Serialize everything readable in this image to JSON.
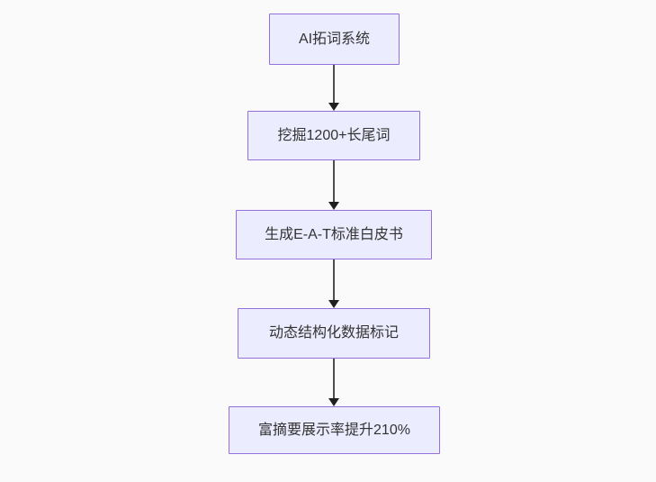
{
  "diagram": {
    "type": "flowchart",
    "direction": "top-down",
    "colors": {
      "background": "#fafafa",
      "node_fill": "#ECECFF",
      "node_border": "#9370DB",
      "edge_line": "#4d4d4d",
      "arrowhead": "#1f1f1f",
      "text": "#333333"
    },
    "nodes": [
      {
        "label": "AI拓词系统"
      },
      {
        "label": "挖掘1200+长尾词"
      },
      {
        "label": "生成E-A-T标准白皮书"
      },
      {
        "label": "动态结构化数据标记"
      },
      {
        "label": "富摘要展示率提升210%"
      }
    ],
    "edges": [
      {
        "from": "AI拓词系统",
        "to": "挖掘1200+长尾词",
        "label": ""
      },
      {
        "from": "挖掘1200+长尾词",
        "to": "生成E-A-T标准白皮书",
        "label": ""
      },
      {
        "from": "生成E-A-T标准白皮书",
        "to": "动态结构化数据标记",
        "label": ""
      },
      {
        "from": "动态结构化数据标记",
        "to": "富摘要展示率提升210%",
        "label": ""
      }
    ]
  }
}
